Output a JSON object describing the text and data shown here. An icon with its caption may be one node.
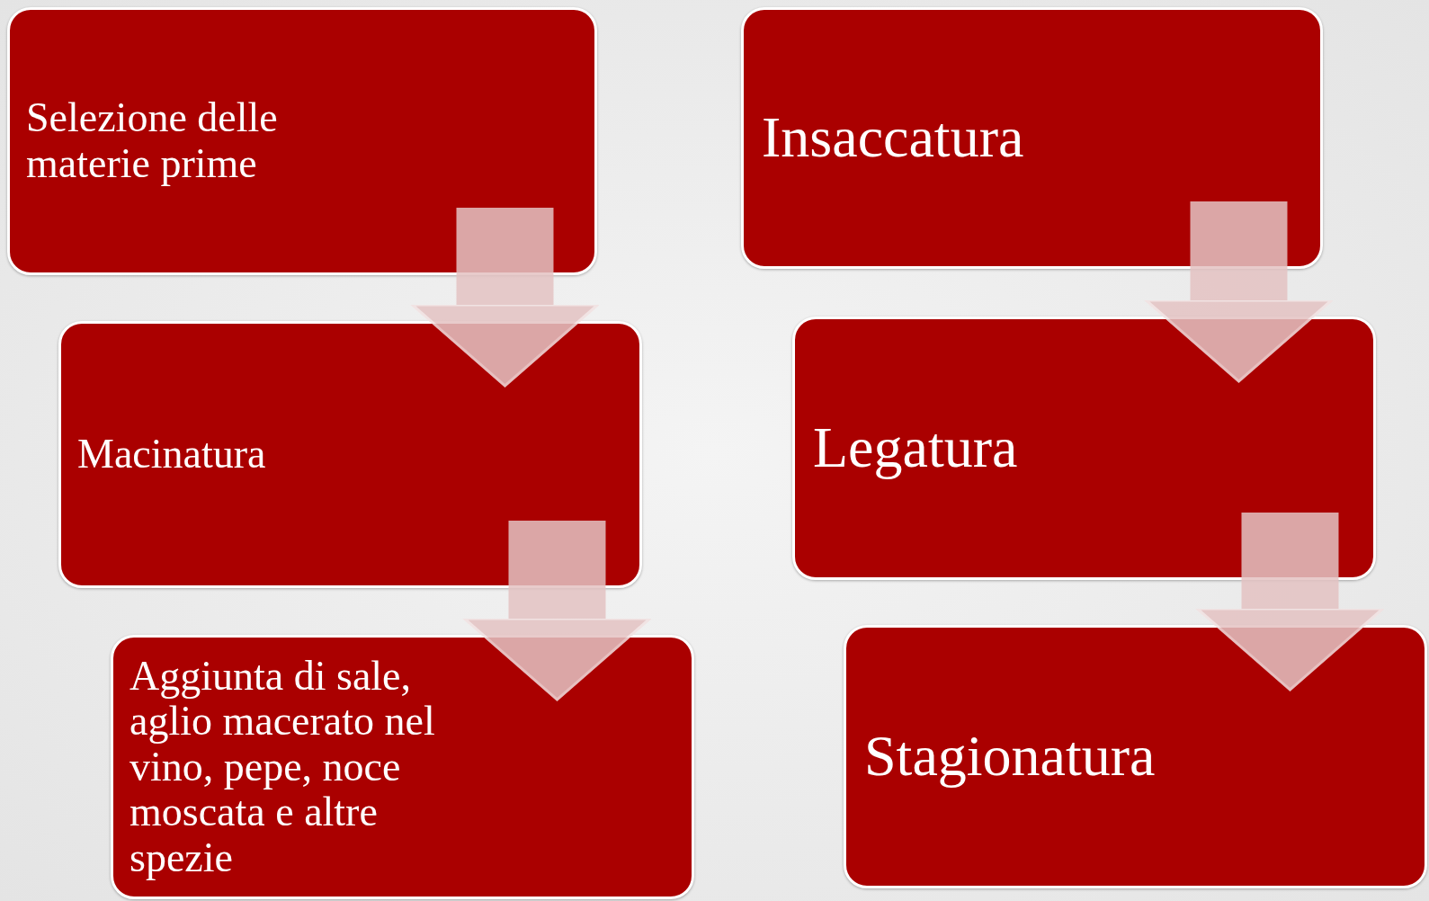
{
  "diagram": {
    "nodes": [
      {
        "text": [
          "Selezione delle materie prime"
        ]
      },
      {
        "text": [
          "Macinatura"
        ]
      },
      {
        "text": [
          "Aggiunta di sale, aglio macerato nel vino, pepe, noce moscata e altre spezie"
        ]
      },
      {
        "text": [
          "Insaccatura"
        ]
      },
      {
        "text": [
          "Legatura"
        ]
      },
      {
        "text": [
          "Stagionatura"
        ]
      }
    ],
    "edges": [
      {
        "from": 0,
        "to": 1,
        "arrow": "to"
      },
      {
        "from": 1,
        "to": 2,
        "arrow": "to"
      },
      {
        "from": 3,
        "to": 4,
        "arrow": "to"
      },
      {
        "from": 4,
        "to": 5,
        "arrow": "to"
      }
    ]
  }
}
